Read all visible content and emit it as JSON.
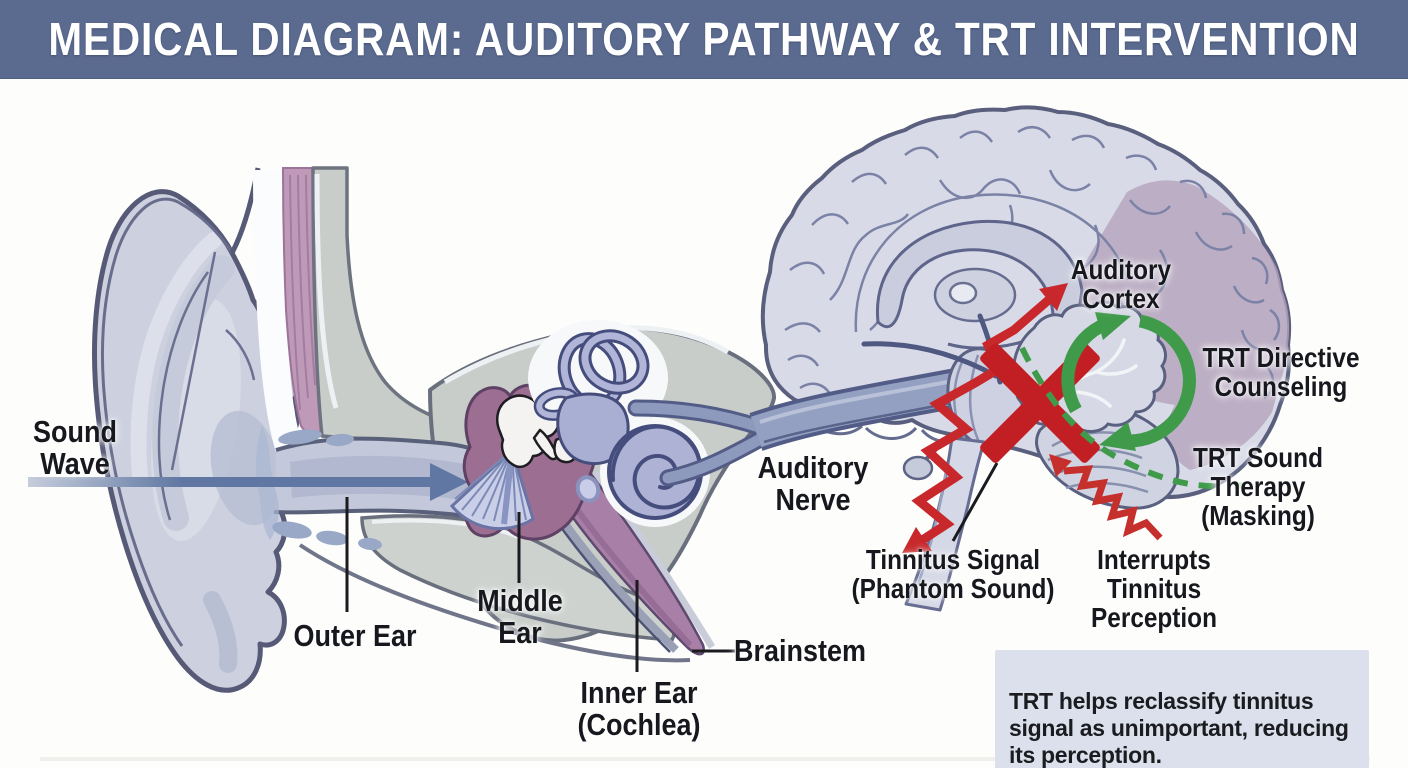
{
  "header": {
    "title": "MEDICAL DIAGRAM: AUDITORY PATHWAY & TRT INTERVENTION"
  },
  "labels": {
    "sound_wave": {
      "line1": "Sound",
      "line2": "Wave"
    },
    "outer_ear": {
      "line1": "Outer Ear"
    },
    "middle_ear": {
      "line1": "Middle",
      "line2": "Ear"
    },
    "inner_ear": {
      "line1": "Inner Ear",
      "line2": "(Cochlea)"
    },
    "auditory_nerve": {
      "line1": "Auditory",
      "line2": "Nerve"
    },
    "brainstem": {
      "line1": "Brainstem"
    },
    "auditory_cortex": {
      "line1": "Auditory",
      "line2": "Cortex"
    },
    "trt_counseling": {
      "line1": "TRT Directive",
      "line2": "Counseling"
    },
    "trt_sound": {
      "line1": "TRT Sound",
      "line2": "Therapy",
      "line3": "(Masking)"
    },
    "tinnitus_signal": {
      "line1": "Tinnitus Signal",
      "line2": "(Phantom Sound)"
    },
    "interrupts": {
      "line1": "Interrupts",
      "line2": "Tinnitus",
      "line3": "Perception"
    }
  },
  "note_box": {
    "text": "TRT helps reclassify tinnitus\nsignal as unimportant, reducing\nits perception."
  },
  "icons": {
    "sound_wave_arrow": "right-arrow",
    "tinnitus_signal_arrow": "zigzag-double-arrow",
    "blocked_signal": "red-x",
    "trt_counseling_arrow": "circular-cycle-arrows",
    "trt_sound_therapy_arrow": "dashed-curve",
    "interrupts_arrow": "zigzag-arrow"
  },
  "colors": {
    "title_bg": "#5b6b90",
    "title_text": "#ffffff",
    "signal_red": "#c5252b",
    "trt_green": "#3f9b4a",
    "cortex_mauve": "#b5a2bb",
    "note_bg": "#dbe0ec",
    "label_text": "#17181d"
  }
}
